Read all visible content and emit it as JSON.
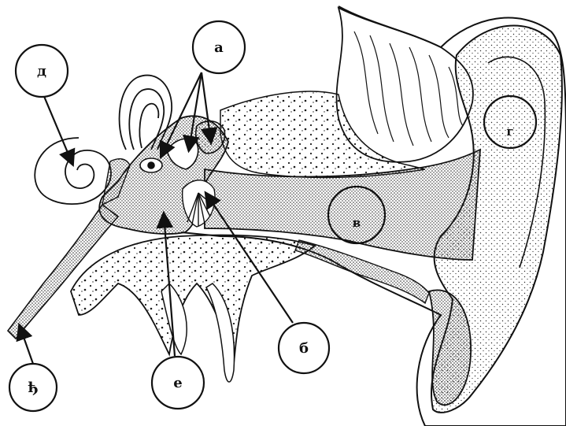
{
  "diagram": {
    "labels": {
      "a": "а",
      "b": "б",
      "v": "в",
      "g": "г",
      "d": "д",
      "e": "е",
      "dj": "ђ"
    },
    "colors": {
      "ink": "#111111",
      "paper": "#ffffff",
      "stipple": "#2a2a2a"
    }
  }
}
